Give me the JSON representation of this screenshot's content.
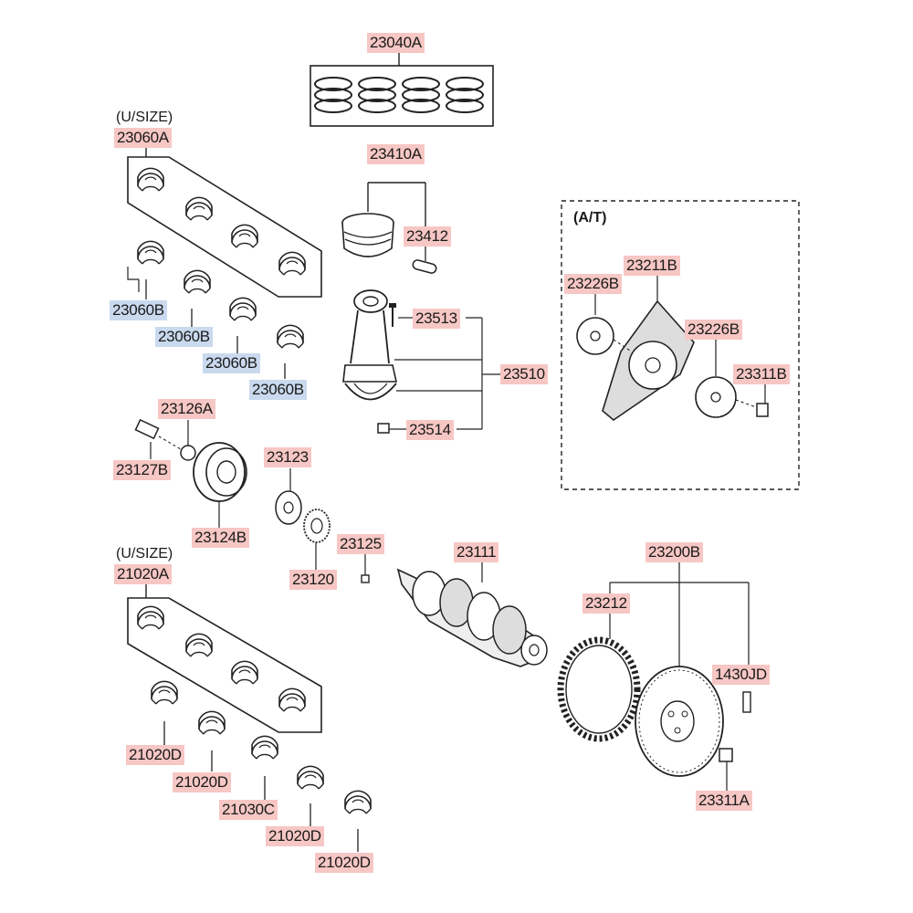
{
  "notes": {
    "usize_top": "(U/SIZE)",
    "usize_bottom": "(U/SIZE)",
    "at": "(A/T)"
  },
  "parts": {
    "p23040A": "23040A",
    "p23060A": "23060A",
    "p23060B_1": "23060B",
    "p23060B_2": "23060B",
    "p23060B_3": "23060B",
    "p23060B_4": "23060B",
    "p23410A": "23410A",
    "p23412": "23412",
    "p23513": "23513",
    "p23510": "23510",
    "p23514": "23514",
    "p23211B": "23211B",
    "p23226B_1": "23226B",
    "p23226B_2": "23226B",
    "p23311B": "23311B",
    "p23126A": "23126A",
    "p23127B": "23127B",
    "p23124B": "23124B",
    "p23123": "23123",
    "p23120": "23120",
    "p23125": "23125",
    "p23111": "23111",
    "p23200B": "23200B",
    "p23212": "23212",
    "p1430JD": "1430JD",
    "p23311A": "23311A",
    "p21020A": "21020A",
    "p21020D_1": "21020D",
    "p21020D_2": "21020D",
    "p21030C": "21030C",
    "p21020D_3": "21020D",
    "p21020D_4": "21020D"
  },
  "colors": {
    "label_red": "#f6c7c4",
    "label_blue": "#c9d9ee",
    "line": "#222222"
  }
}
